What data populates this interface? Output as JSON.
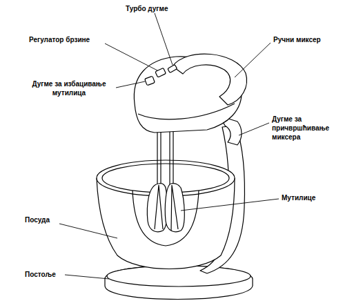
{
  "diagram": {
    "labels": [
      "Турбо дугме",
      "Регулатор брзине",
      "Дугме за избацивање мутилица",
      "Ручни миксер",
      "Дугме за причвршћивање миксера",
      "Мутилице",
      "Посуда",
      "Постоље"
    ]
  }
}
